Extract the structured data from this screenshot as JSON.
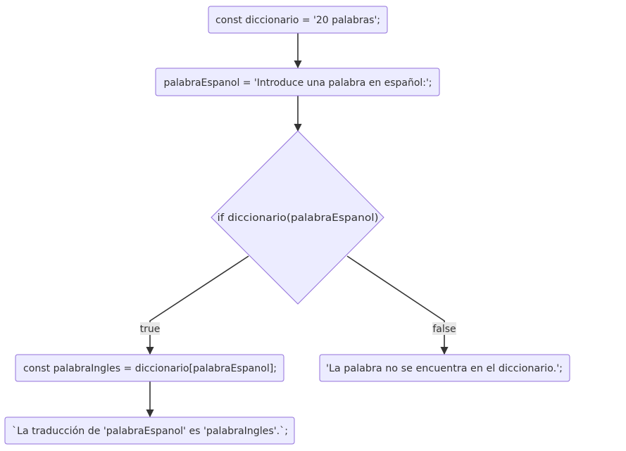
{
  "nodes": {
    "start": {
      "label": "const diccionario = '20 palabras';"
    },
    "input": {
      "label": "palabraEspanol = 'Introduce una palabra en español:';"
    },
    "decision": {
      "label": "if diccionario(palabraEspanol)"
    },
    "lookup": {
      "label": "const palabraIngles = diccionario[palabraEspanol];"
    },
    "not_found": {
      "label": "'La palabra no se encuentra en el diccionario.';"
    },
    "result": {
      "label": "`La traducción de 'palabraEspanol' es 'palabraIngles'.`;"
    }
  },
  "edges": {
    "true_label": "true",
    "false_label": "false"
  },
  "colors": {
    "node_fill": "#ececff",
    "node_stroke": "#9370db",
    "edge": "#333333",
    "edge_label_bg": "#e8e8e8"
  }
}
